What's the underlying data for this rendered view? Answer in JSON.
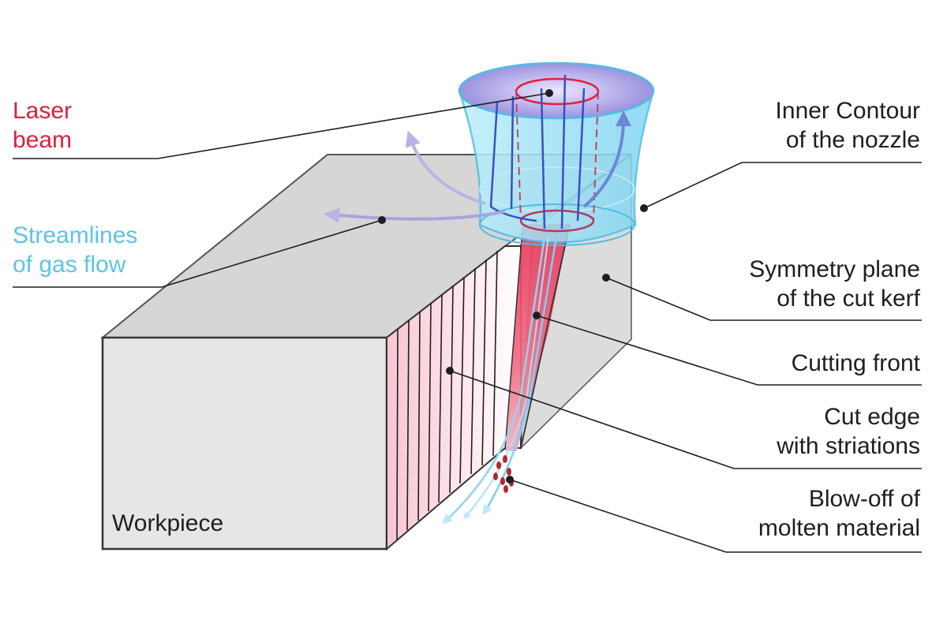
{
  "colors": {
    "laser": "#e0203a",
    "gas": "#5cc4ea",
    "text": "#1e1e1e",
    "workpiece": "#e2e2e2",
    "nozzle": "#9fe1f5",
    "striation_face": "#f4b6c6"
  },
  "labels": {
    "laser_beam": [
      "Laser",
      "beam"
    ],
    "streamlines": [
      "Streamlines",
      "of gas flow"
    ],
    "inner_contour": [
      "Inner Contour",
      "of the nozzle"
    ],
    "symmetry_plane": [
      "Symmetry plane",
      "of the cut kerf"
    ],
    "cutting_front": [
      "Cutting front"
    ],
    "cut_edge": [
      "Cut edge",
      "with striations"
    ],
    "blow_off": [
      "Blow-off of",
      "molten material"
    ],
    "workpiece": "Workpiece"
  }
}
